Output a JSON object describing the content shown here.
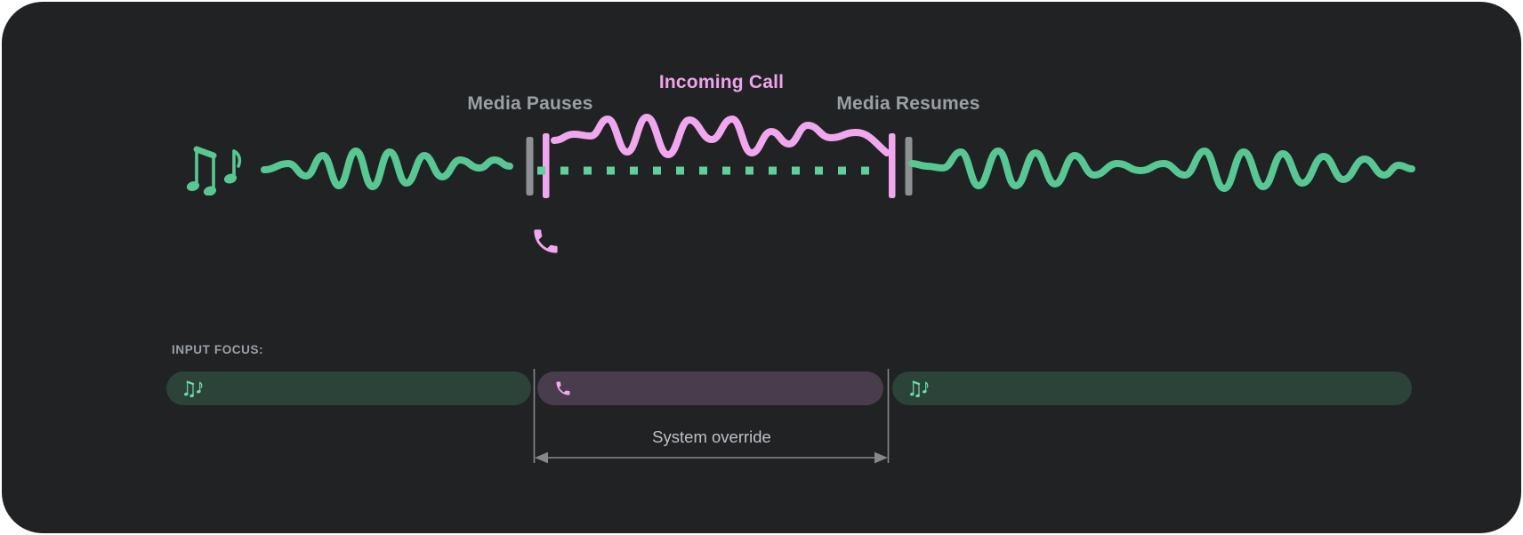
{
  "colors": {
    "page_bg": "#ffffff",
    "panel_bg": "#212224",
    "media_green": "#57c793",
    "dot_green": "#5fcf9c",
    "call_pink": "#f0a7ee",
    "text_pink": "#efa3eb",
    "label_gray": "#9aa0a6",
    "annotation_gray": "#bdc1c6",
    "bar_gray": "#8e9094",
    "guide_gray": "#85878a",
    "pill_media_bg": "#2b4339",
    "pill_call_bg": "#483c4d",
    "pill_note_green": "#6fd9ac",
    "pill_phone_pink": "#f0aaee"
  },
  "diagram": {
    "media_pauses_label": "Media Pauses",
    "incoming_call_label": "Incoming Call",
    "media_resumes_label": "Media Resumes"
  },
  "focus": {
    "title": "INPUT FOCUS:",
    "system_override_label": "System override"
  },
  "icons": {
    "media_segment": "music-notes",
    "call_segment": "phone"
  }
}
